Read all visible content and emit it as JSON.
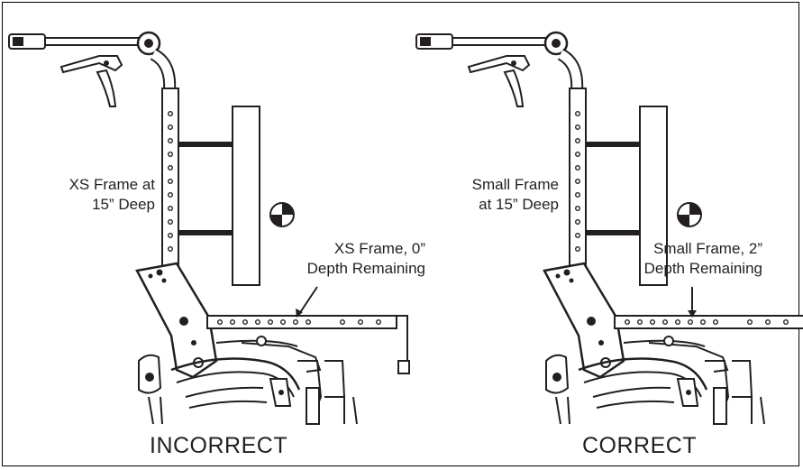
{
  "panels": [
    {
      "id": "left",
      "frame_label": [
        "XS Frame at",
        "15” Deep"
      ],
      "depth_label": [
        "XS Frame, 0”",
        "Depth Remaining"
      ],
      "verdict": "INCORRECT"
    },
    {
      "id": "right",
      "frame_label": [
        "Small Frame",
        "at 15” Deep"
      ],
      "depth_label": [
        "Small Frame, 2”",
        "Depth Remaining"
      ],
      "verdict": "CORRECT"
    }
  ],
  "colors": {
    "line": "#231f20",
    "background": "#ffffff",
    "border": "#000000"
  },
  "icons": [
    "center-of-gravity-icon",
    "push-handle-icon",
    "hand-brake-icon"
  ]
}
